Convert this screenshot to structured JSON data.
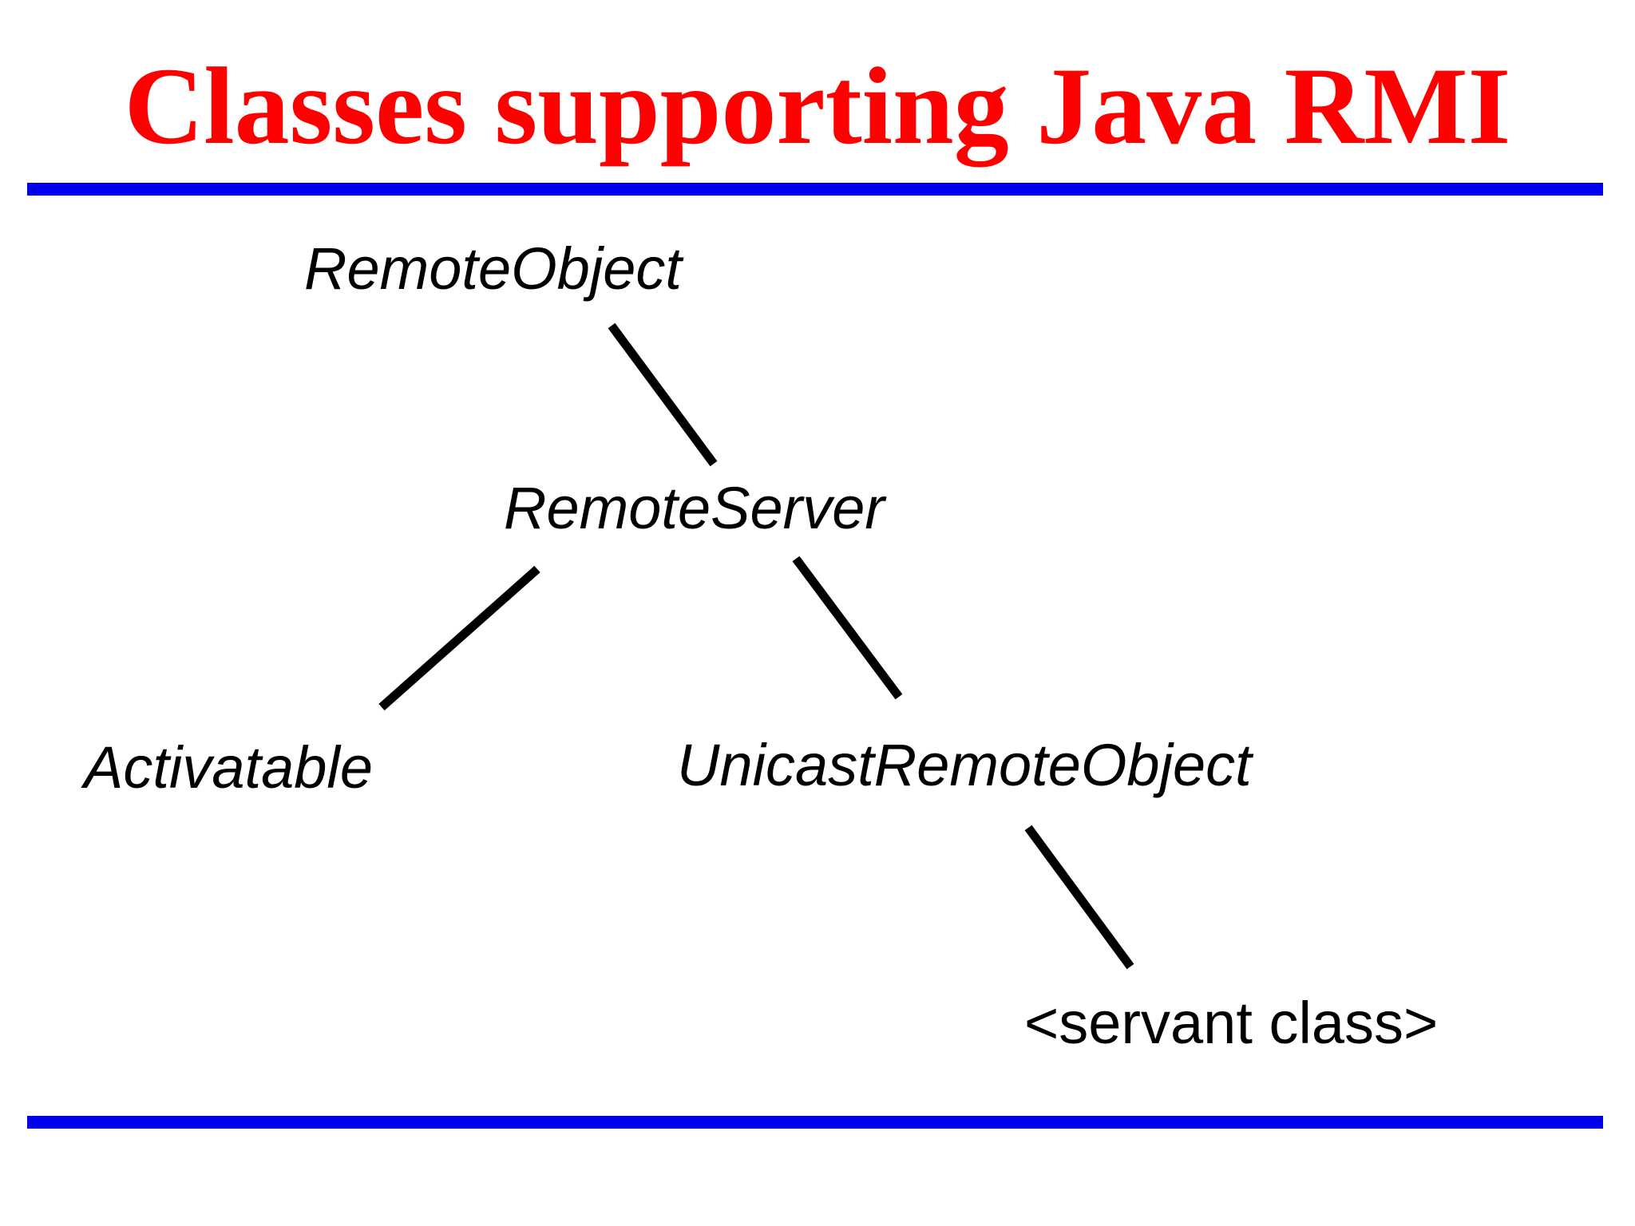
{
  "title": "Classes supporting Java RMI",
  "colors": {
    "title": "#ff0000",
    "rule": "#0000ee",
    "line": "#000000",
    "text": "#000000"
  },
  "nodes": {
    "remote_object": "RemoteObject",
    "remote_server": "RemoteServer",
    "activatable": "Activatable",
    "unicast_remote_object": "UnicastRemoteObject",
    "servant_class": "<servant class>"
  },
  "edges": [
    {
      "from": "remote_object",
      "to": "remote_server"
    },
    {
      "from": "remote_server",
      "to": "activatable"
    },
    {
      "from": "remote_server",
      "to": "unicast_remote_object"
    },
    {
      "from": "unicast_remote_object",
      "to": "servant_class"
    }
  ]
}
